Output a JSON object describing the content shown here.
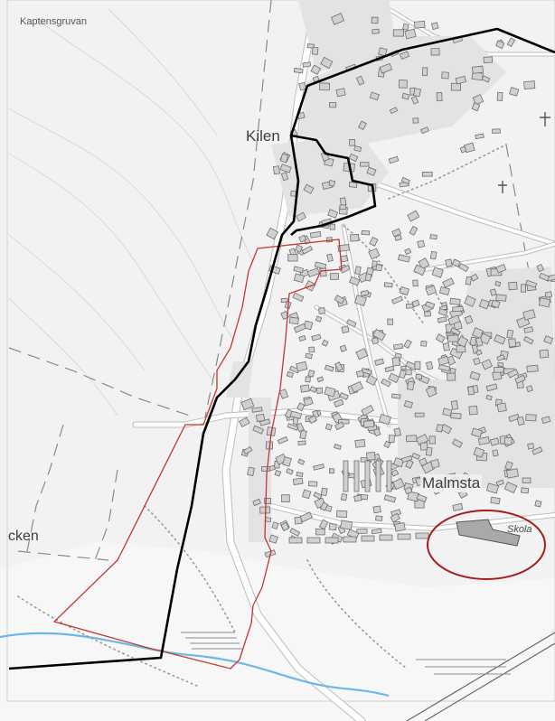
{
  "map": {
    "labels": {
      "kaptensgruvan": "Kaptensgruvan",
      "kilen": "Kilen",
      "malmsta": "Malmsta",
      "cken": "cken",
      "skola": "Skola"
    },
    "colors": {
      "background": "#f2f2f2",
      "road": "#ffffff",
      "building": "#cfcfcf",
      "building_outline": "#6f6f6f",
      "black_boundary": "#000000",
      "red_plan_area": "#c0392b",
      "highlight_circle": "#a31e1e",
      "stream": "#6fb7e8",
      "path": "#9a9a9a"
    },
    "icons": [
      "church-cross-icon",
      "church-cross-icon"
    ]
  }
}
